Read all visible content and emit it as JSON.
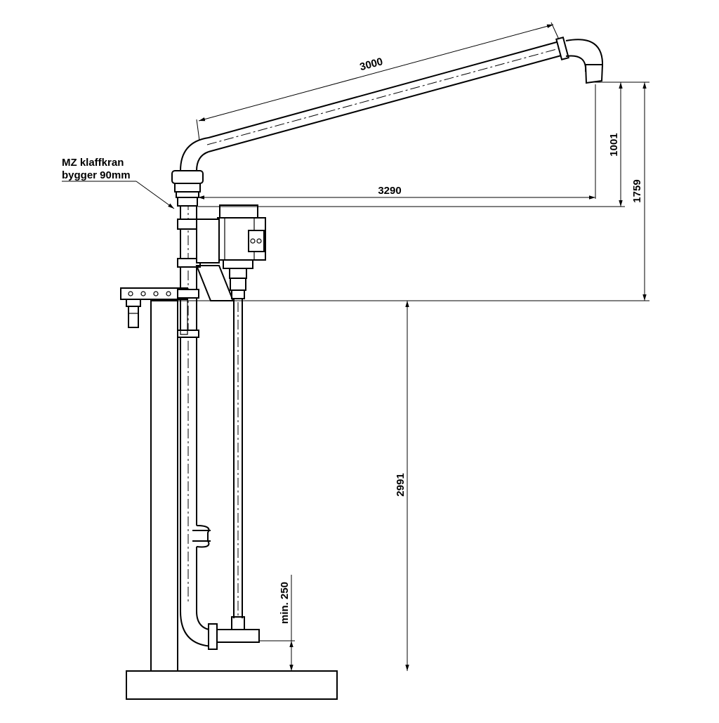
{
  "note": {
    "line1": "MZ klaffkran",
    "line2": "bygger 90mm"
  },
  "dimensions": {
    "arm_length": "3000",
    "horizontal_reach": "3290",
    "outlet_height": "1001",
    "arm_height": "1759",
    "pump_depth": "2991",
    "min_clearance": "min. 250"
  },
  "colors": {
    "line": "#000000",
    "background": "#ffffff"
  }
}
